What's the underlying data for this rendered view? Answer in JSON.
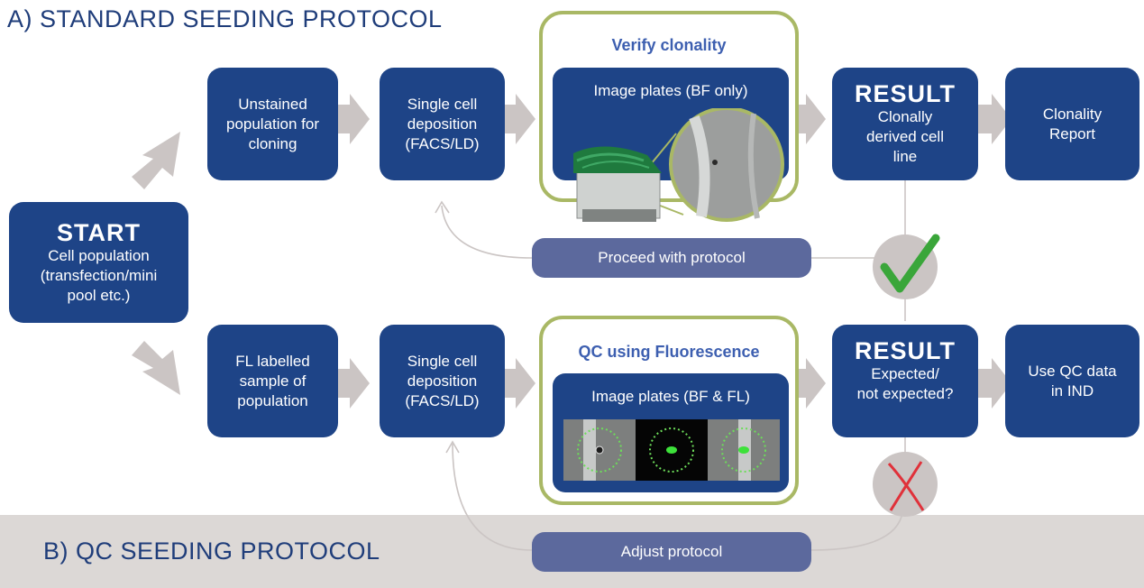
{
  "section_a": {
    "title": "A) STANDARD SEEDING PROTOCOL"
  },
  "section_b": {
    "title": "B) QC SEEDING PROTOCOL"
  },
  "start": {
    "heading": "START",
    "lines": [
      "Cell population",
      "(transfection/mini",
      "pool etc.)"
    ]
  },
  "row_a": {
    "step1": [
      "Unstained",
      "population for",
      "cloning"
    ],
    "step2": [
      "Single cell",
      "deposition",
      "(FACS/LD)"
    ],
    "highlight_title": "Verify clonality",
    "image_label": "Image plates (BF only)",
    "result_heading": "RESULT",
    "result_lines": [
      "Clonally",
      "derived cell",
      "line"
    ],
    "final": [
      "Clonality",
      "Report"
    ],
    "loop_label": "Proceed with protocol"
  },
  "row_b": {
    "step1": [
      "FL labelled",
      "sample of",
      "population"
    ],
    "step2": [
      "Single cell",
      "deposition",
      "(FACS/LD)"
    ],
    "highlight_title": "QC using Fluorescence",
    "image_label": "Image plates (BF & FL)",
    "result_heading": "RESULT",
    "result_lines": [
      "Expected/",
      "not expected?"
    ],
    "final": [
      "Use QC data",
      "in IND"
    ],
    "loop_label": "Adjust protocol"
  },
  "colors": {
    "box": "#1e4487",
    "highlight_border": "#a9b865",
    "pill": "#5c699d",
    "arrow": "#cbc5c4",
    "check": "#3aa63a",
    "cross": "#e0313a",
    "band": "#dcd8d6"
  },
  "icons": [
    "checkmark-icon",
    "cross-icon",
    "imager-instrument-icon"
  ]
}
